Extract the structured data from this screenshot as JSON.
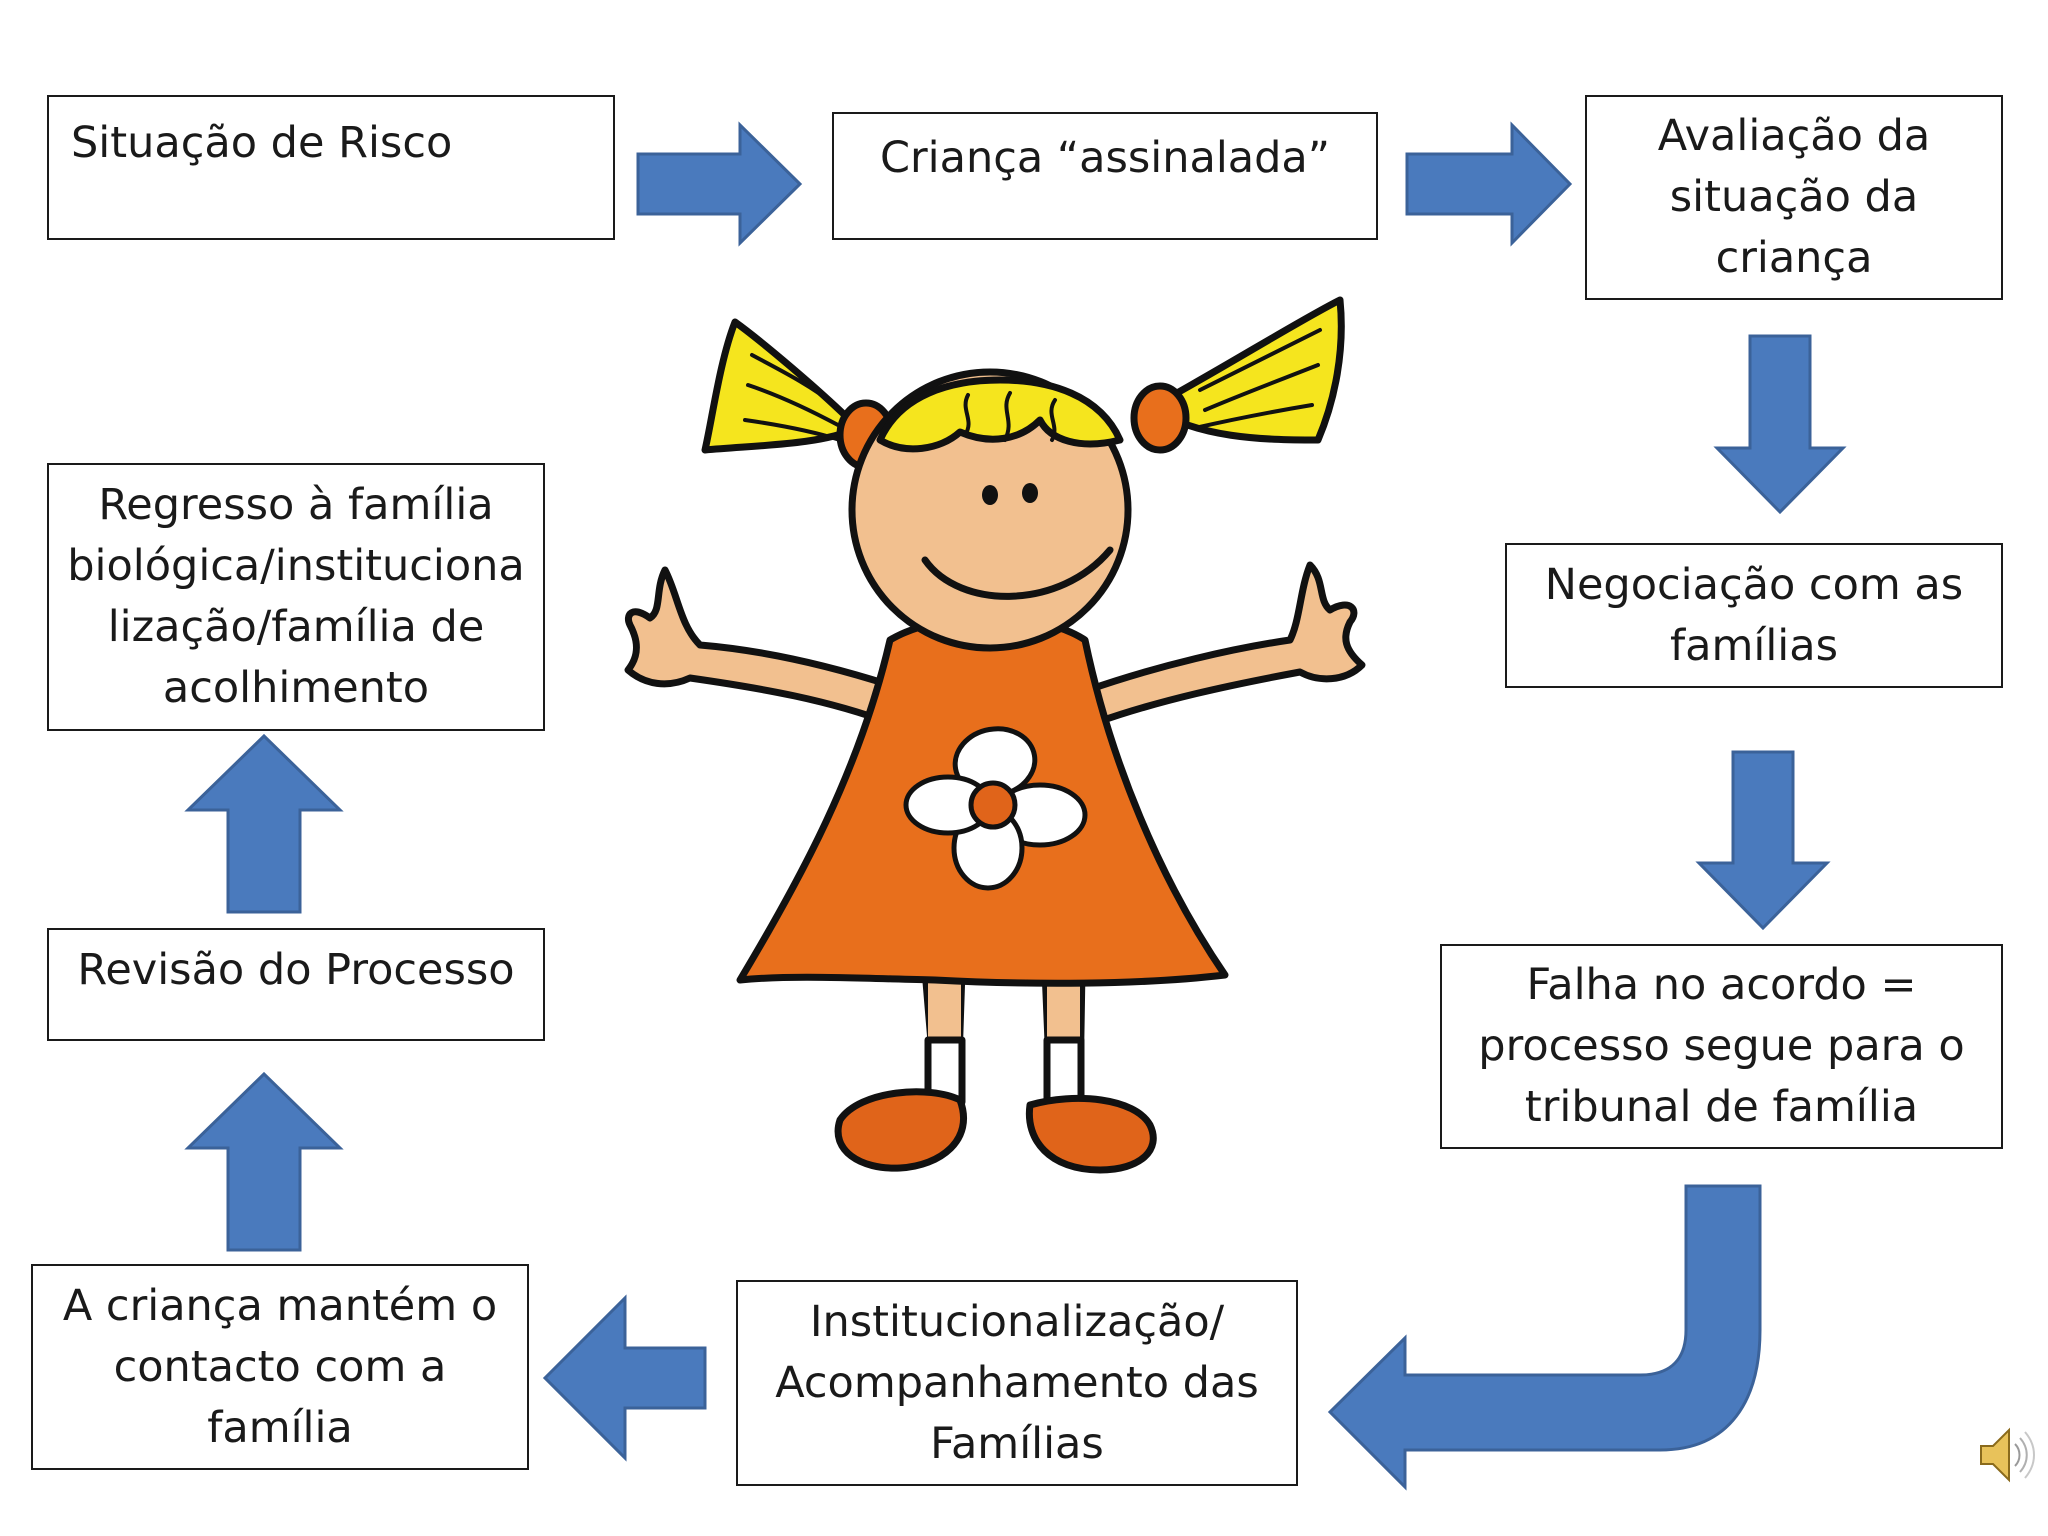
{
  "boxes": {
    "risk": "Situação de Risco",
    "flagged": "Criança “assinalada”",
    "assessment": [
      "Avaliação da",
      "situação da",
      "criança"
    ],
    "negotiation": [
      "Negociação com as",
      "famílias"
    ],
    "agreement_failure": [
      "Falha no acordo =",
      "processo segue para o",
      "tribunal de família"
    ],
    "institutionalization": [
      "Institucionalização/",
      "Acompanhamento das",
      "Famílias"
    ],
    "contact": [
      "A criança mantém o",
      "contacto com a",
      "família"
    ],
    "review": "Revisão do Processo",
    "return": [
      "Regresso à família",
      "biológica/instituciona",
      "lização/família de",
      "acolhimento"
    ]
  },
  "colors": {
    "arrow_fill": "#4a7abd",
    "arrow_stroke": "#3b6299",
    "box_border": "#1a1a1a",
    "hair": "#f5e51e",
    "skin": "#f2c08f",
    "dress": "#e86f1c",
    "shoes": "#e0641a"
  },
  "icons": {
    "risk_symbol": "lightning-bolt-icon",
    "audio": "speaker-icon"
  }
}
